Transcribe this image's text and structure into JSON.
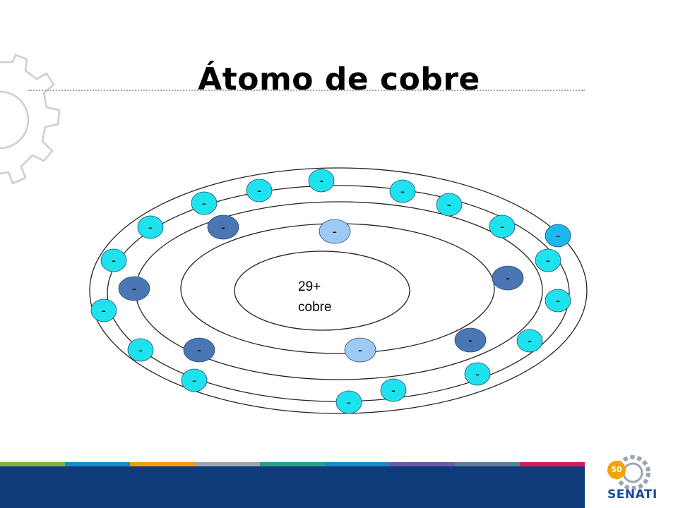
{
  "slide": {
    "title": "Átomo de cobre"
  },
  "diagram": {
    "nucleus": {
      "charge": "29+",
      "name": "cobre"
    },
    "electron_symbol": "-",
    "colors": {
      "cyan": "#1ee3ee",
      "steel_blue": "#4a77b4",
      "light_blue": "#9ccaf5",
      "bright_blue": "#1bb8ef",
      "orbit": "#222222"
    },
    "electrons": [
      {
        "shell": "outer",
        "color": "cyan"
      },
      {
        "shell": "outer",
        "color": "cyan"
      },
      {
        "shell": "outer",
        "color": "cyan"
      },
      {
        "shell": "outer",
        "color": "cyan"
      },
      {
        "shell": "outer",
        "color": "cyan"
      },
      {
        "shell": "outer",
        "color": "cyan"
      },
      {
        "shell": "outer",
        "color": "cyan"
      },
      {
        "shell": "outer",
        "color": "cyan"
      },
      {
        "shell": "outer",
        "color": "cyan"
      },
      {
        "shell": "outer",
        "color": "cyan"
      },
      {
        "shell": "outer",
        "color": "cyan"
      },
      {
        "shell": "outer",
        "color": "cyan"
      },
      {
        "shell": "outer",
        "color": "cyan"
      },
      {
        "shell": "outer",
        "color": "cyan"
      },
      {
        "shell": "outer",
        "color": "cyan"
      },
      {
        "shell": "outer",
        "color": "cyan"
      },
      {
        "shell": "outer",
        "color": "cyan"
      },
      {
        "shell": "outer",
        "color": "cyan"
      },
      {
        "shell": "outer",
        "color": "cyan"
      },
      {
        "shell": "outer",
        "color": "bright_blue"
      },
      {
        "shell": "middle",
        "color": "steel_blue"
      },
      {
        "shell": "middle",
        "color": "steel_blue"
      },
      {
        "shell": "middle",
        "color": "steel_blue"
      },
      {
        "shell": "middle",
        "color": "steel_blue"
      },
      {
        "shell": "middle",
        "color": "steel_blue"
      },
      {
        "shell": "inner",
        "color": "light_blue"
      },
      {
        "shell": "inner",
        "color": "light_blue"
      }
    ]
  },
  "footer": {
    "stripe_colors": [
      "#7cb342",
      "#1e88c9",
      "#f39c12",
      "#9aa5b1",
      "#2a9d8f",
      "#1e88c9",
      "#6a5aa8",
      "#5a7f9e",
      "#d81b60"
    ],
    "logo": {
      "badge": "50",
      "name": "SENATI"
    }
  }
}
